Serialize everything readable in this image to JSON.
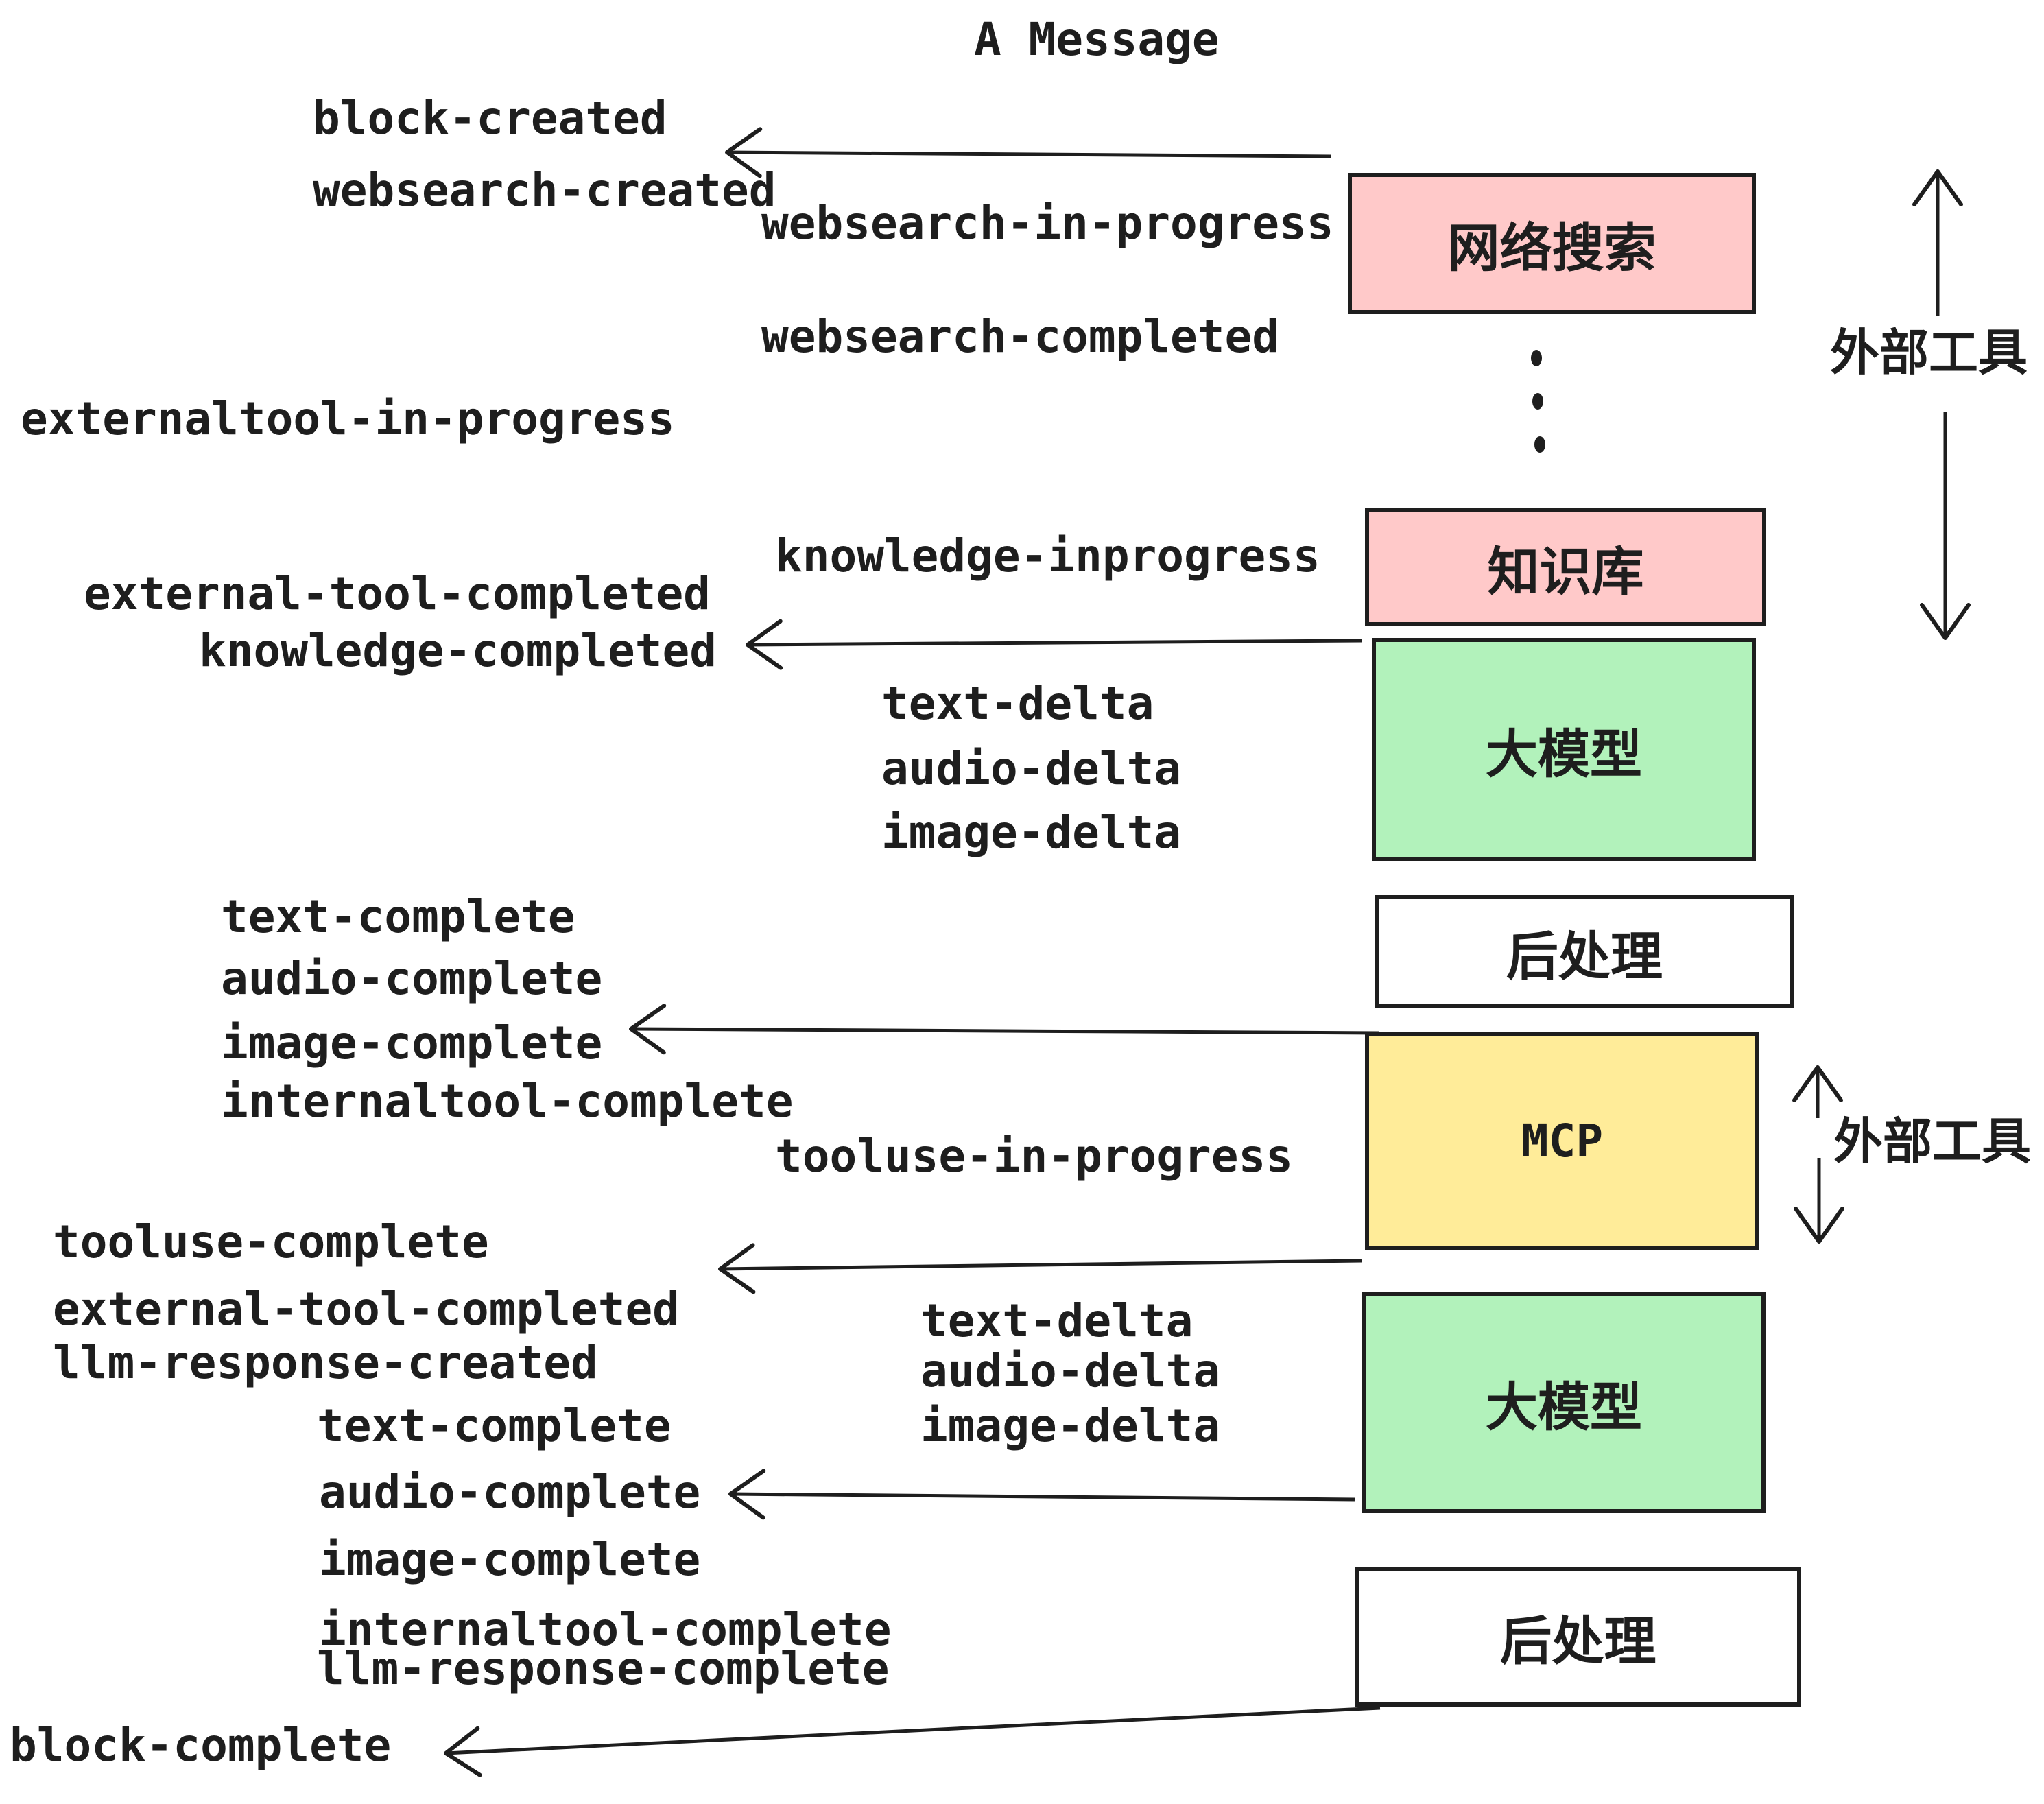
{
  "title": "A Message",
  "colors": {
    "ink": "#1e1e1e",
    "pink": "#ffc9c9",
    "green": "#b2f2bb",
    "yellow": "#ffec99",
    "white": "#ffffff"
  },
  "boxes": [
    {
      "label": "网络搜索"
    },
    {
      "label": "知识库"
    },
    {
      "label": "大模型"
    },
    {
      "label": "后处理"
    },
    {
      "label": "MCP"
    },
    {
      "label": "大模型"
    },
    {
      "label": "后处理"
    }
  ],
  "side_labels": [
    {
      "label": "外部工具"
    },
    {
      "label": "外部工具"
    }
  ],
  "events": [
    "block-created",
    "websearch-created",
    "websearch-in-progress",
    "websearch-completed",
    "externaltool-in-progress",
    "external-tool-completed",
    "knowledge-completed",
    "knowledge-inprogress",
    "text-delta",
    "audio-delta",
    "image-delta",
    "text-complete",
    "audio-complete",
    "image-complete",
    "internaltool-complete",
    "tooluse-in-progress",
    "tooluse-complete",
    "external-tool-completed",
    "llm-response-created",
    "text-delta",
    "audio-delta",
    "image-delta",
    "text-complete",
    "audio-complete",
    "image-complete",
    "internaltool-complete",
    "llm-response-complete",
    "block-complete"
  ]
}
